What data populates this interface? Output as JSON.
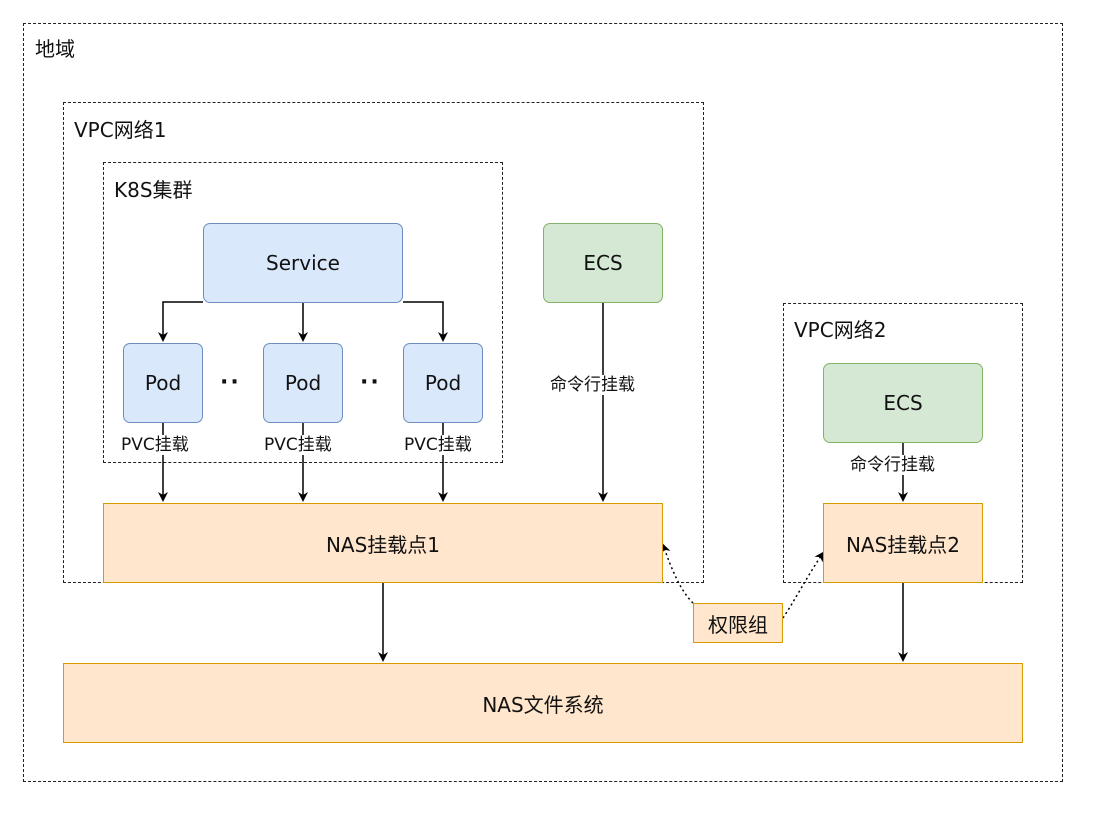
{
  "region": {
    "label": "地域"
  },
  "vpc1": {
    "label": "VPC网络1"
  },
  "k8s": {
    "label": "K8S集群"
  },
  "service": {
    "label": "Service"
  },
  "pods": [
    {
      "label": "Pod",
      "mount_label": "PVC挂载"
    },
    {
      "label": "Pod",
      "mount_label": "PVC挂载"
    },
    {
      "label": "Pod",
      "mount_label": "PVC挂载"
    }
  ],
  "pod_separator": "··",
  "ecs1": {
    "label": "ECS",
    "mount_label": "命令行挂载"
  },
  "vpc2": {
    "label": "VPC网络2"
  },
  "ecs2": {
    "label": "ECS",
    "mount_label": "命令行挂载"
  },
  "mount_point1": {
    "label": "NAS挂载点1"
  },
  "mount_point2": {
    "label": "NAS挂载点2"
  },
  "permission_group": {
    "label": "权限组"
  },
  "nas_fs": {
    "label": "NAS文件系统"
  },
  "colors": {
    "blue_fill": "#dae8fc",
    "blue_stroke": "#6c8ebf",
    "green_fill": "#d5e8d4",
    "green_stroke": "#82b366",
    "orange_fill": "#ffe6cc",
    "orange_stroke": "#d79b00"
  }
}
